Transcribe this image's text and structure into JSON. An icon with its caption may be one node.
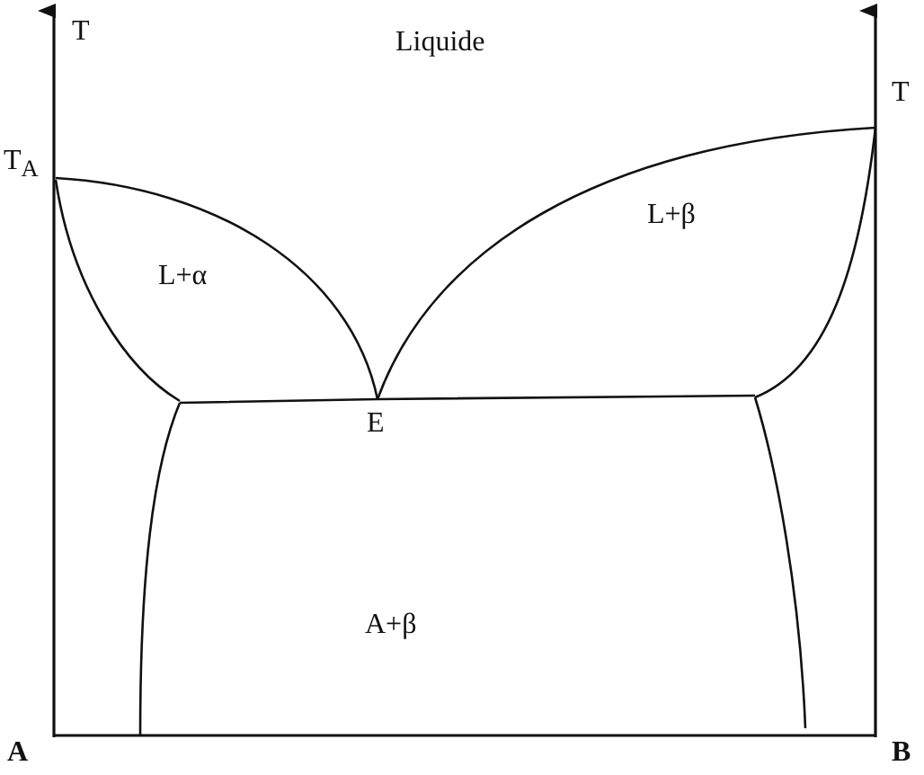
{
  "diagram": {
    "labels": [
      "T",
      "Liquide",
      "T",
      "T$_{A}$",
      "L+β",
      "L+α",
      "E",
      "A+β",
      "A",
      "B"
    ]
  }
}
